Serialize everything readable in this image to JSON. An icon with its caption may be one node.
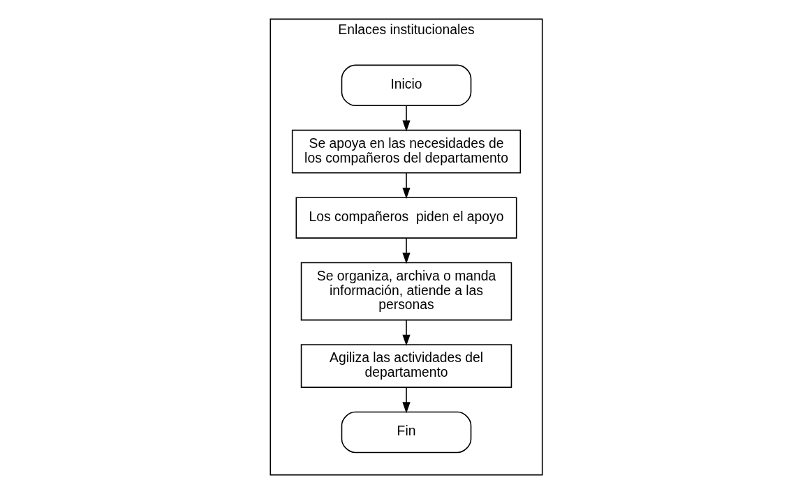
{
  "diagram": {
    "nodes": [
      {
        "text": [
          "Enlaces institucionales"
        ]
      },
      {
        "text": [
          "Inicio"
        ],
        "in": 0
      },
      {
        "text": [
          "Se apoya en las necesidades de los compañeros del departamento"
        ],
        "in": 0
      },
      {
        "text": [
          "Los compañeros  piden el apoyo"
        ],
        "in": 0
      },
      {
        "text": [
          "Se organiza, archiva o manda información, atiende a las personas"
        ],
        "in": 0
      },
      {
        "text": [
          "Agiliza las actividades del departamento"
        ],
        "in": 0
      },
      {
        "text": [
          "Fin"
        ],
        "in": 0
      }
    ],
    "edges": [
      {
        "from": 1,
        "to": 2,
        "arrow": "to"
      },
      {
        "from": 2,
        "to": 3,
        "arrow": "to"
      },
      {
        "from": 3,
        "to": 4,
        "arrow": "to"
      },
      {
        "from": 4,
        "to": 5,
        "arrow": "to"
      },
      {
        "from": 5,
        "to": 6,
        "arrow": "to"
      }
    ]
  }
}
